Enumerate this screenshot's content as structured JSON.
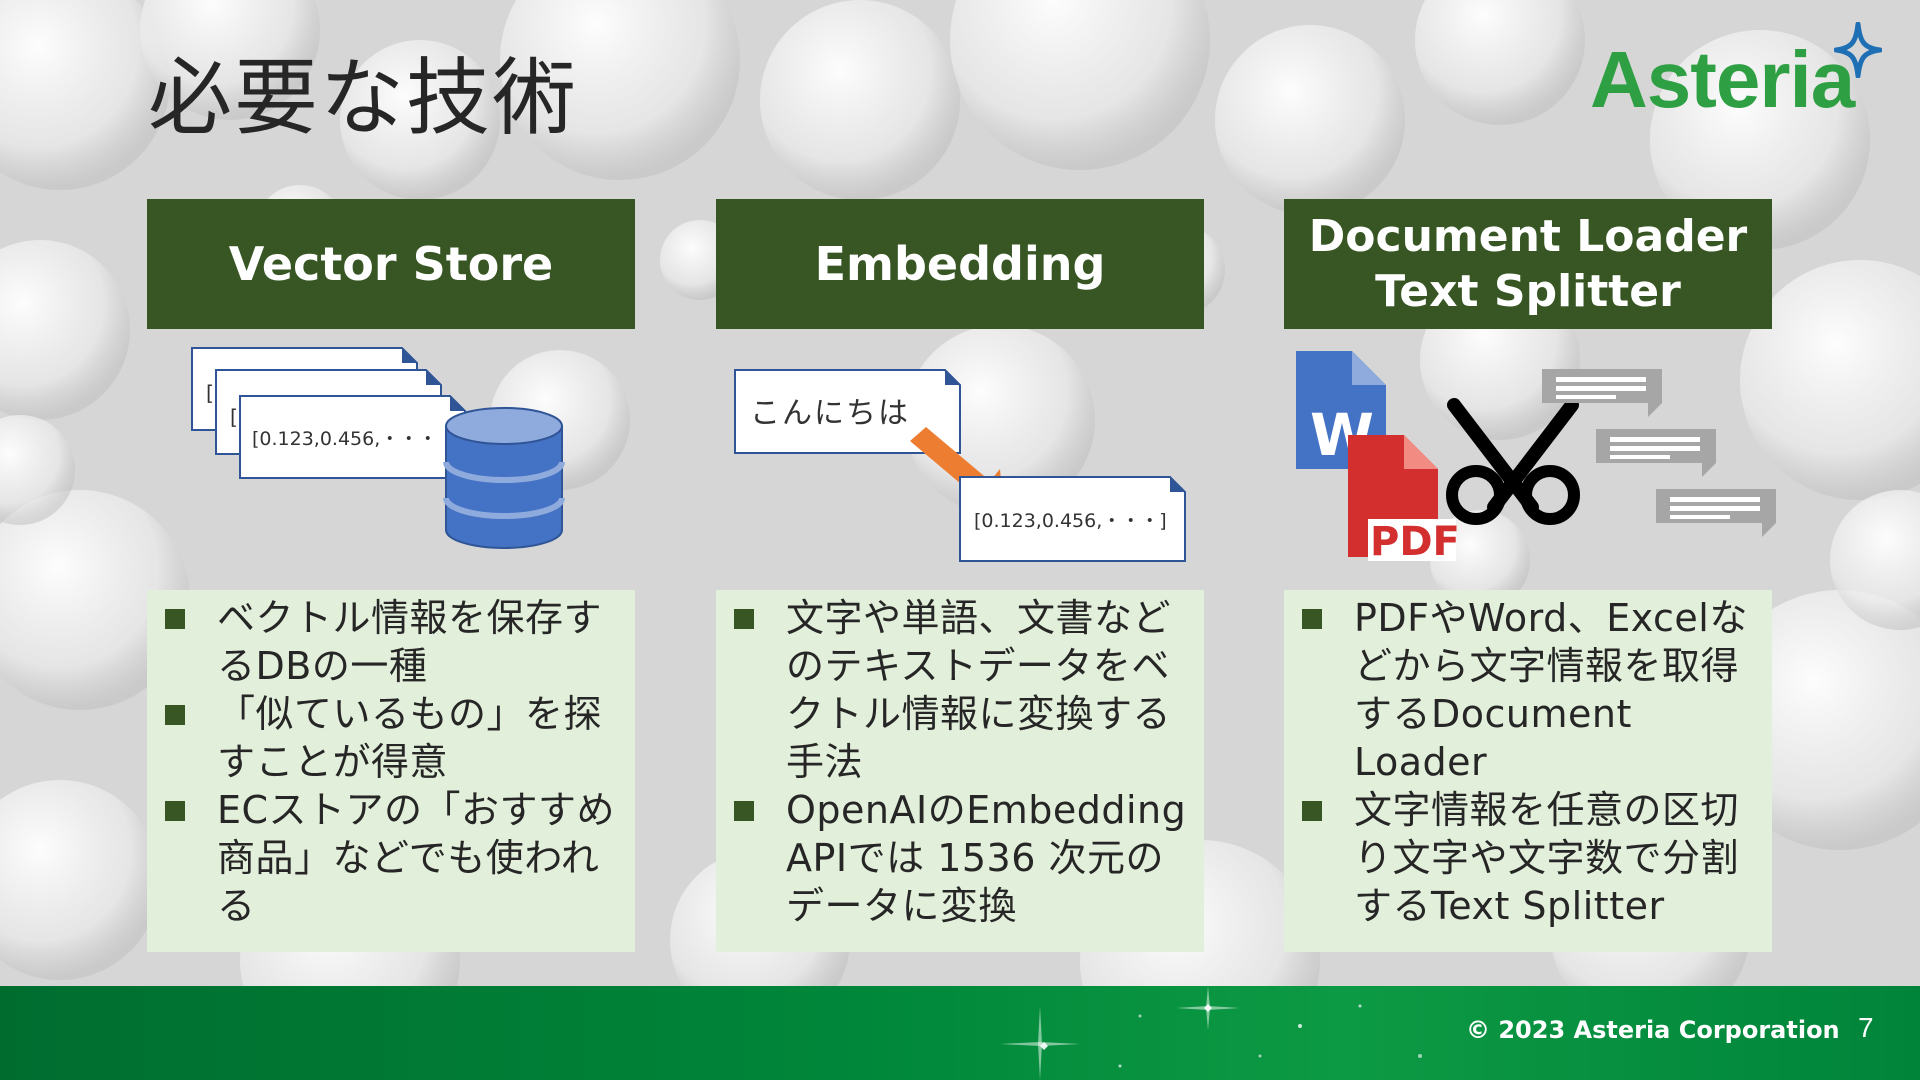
{
  "slide": {
    "title": "必要な技術",
    "logo": "Asteria",
    "copyright": "© 2023 Asteria Corporation",
    "page_number": "7"
  },
  "colors": {
    "header_bg": "#375623",
    "box_bg": "#e2efda",
    "logo_green": "#2ea043",
    "footer_green": "#00873a"
  },
  "columns": [
    {
      "header": "Vector Store",
      "illustration": {
        "card_text": "[0.123,0.456,・・・",
        "card_glyph": "[",
        "icon": "database-icon"
      },
      "bullets": [
        "ベクトル情報を保存するDBの一種",
        "「似ているもの」を探すことが得意",
        "ECストアの「おすすめ商品」などでも使われる"
      ]
    },
    {
      "header": "Embedding",
      "illustration": {
        "input_text": "こんにちは",
        "output_text": "[0.123,0.456,・・・]",
        "icon": "arrow-icon"
      },
      "bullets": [
        "文字や単語、文書などのテキストデータをベクトル情報に変換する手法",
        "OpenAIのEmbedding APIでは 1536 次元のデータに変換"
      ]
    },
    {
      "header_lines": [
        "Document Loader",
        "Text Splitter"
      ],
      "illustration": {
        "word_letter": "W",
        "pdf_label": "PDF",
        "icons": [
          "word-file-icon",
          "pdf-file-icon",
          "scissors-icon",
          "text-chunk-icon"
        ]
      },
      "bullets": [
        "PDFやWord、Excelなどから文字情報を取得するDocument Loader",
        "文字情報を任意の区切り文字や文字数で分割するText Splitter"
      ]
    }
  ]
}
